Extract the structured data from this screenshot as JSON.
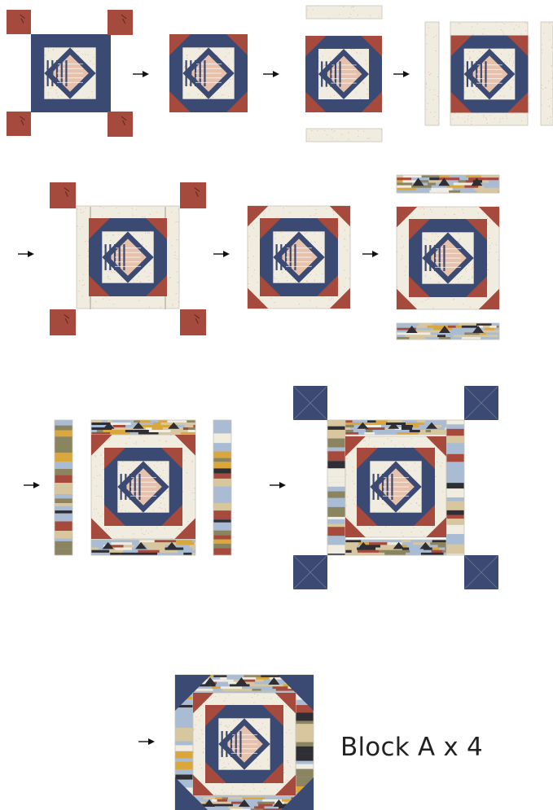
{
  "caption": "Block A x 4",
  "colors": {
    "navy": "#3b4a72",
    "rust": "#a54a3c",
    "cream": "#f1ece0",
    "speckle": "#d9b9a4",
    "blush": "#e6c2ac",
    "light_blue": "#a9bcd4",
    "gold": "#d9a73c",
    "tan": "#d8c79e",
    "olive": "#8a8460",
    "charcoal": "#2f2e34",
    "seam": "#c9c4b6",
    "arrow": "#111111"
  },
  "steps": [
    {
      "id": "step-1",
      "icon": "base-block-with-rust-corner-squares"
    },
    {
      "id": "step-2",
      "icon": "block-rust-snowball-corners"
    },
    {
      "id": "step-3",
      "icon": "block-with-cream-top-bottom-strips"
    },
    {
      "id": "step-4",
      "icon": "block-with-cream-side-strips"
    },
    {
      "id": "step-5",
      "icon": "cream-frame-with-rust-corner-squares"
    },
    {
      "id": "step-6",
      "icon": "cream-frame-snowball-corners"
    },
    {
      "id": "step-7",
      "icon": "block-with-striped-top-bottom-strips"
    },
    {
      "id": "step-8",
      "icon": "block-with-striped-side-strips"
    },
    {
      "id": "step-9",
      "icon": "striped-block-with-navy-corner-squares"
    },
    {
      "id": "step-10",
      "icon": "finished-block-a"
    }
  ],
  "arrows": [
    "arrow-right-icon",
    "arrow-right-icon",
    "arrow-right-icon",
    "arrow-right-icon",
    "arrow-right-icon",
    "arrow-right-icon",
    "arrow-right-icon",
    "arrow-right-icon",
    "arrow-right-icon"
  ]
}
